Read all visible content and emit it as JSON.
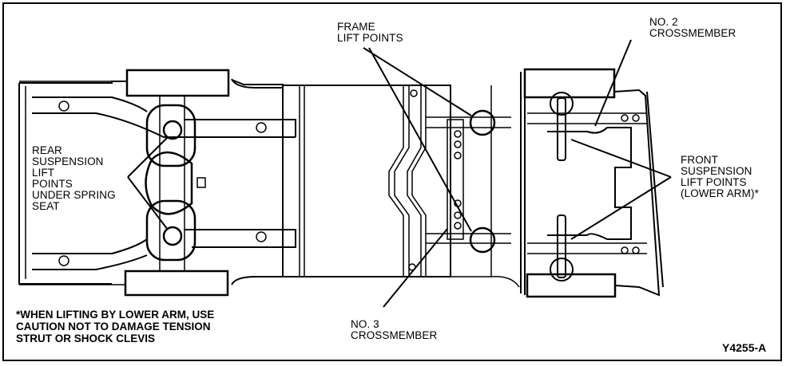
{
  "figure": {
    "id": "Y4255-A",
    "subject": "Vehicle underbody lift points (top view)"
  },
  "labels": {
    "frame_lift_points": [
      "FRAME",
      "LIFT POINTS"
    ],
    "no2_crossmember": [
      "NO. 2",
      "CROSSMEMBER"
    ],
    "rear_suspension": [
      "REAR",
      "SUSPENSION",
      "LIFT",
      "POINTS",
      "UNDER SPRING",
      "SEAT"
    ],
    "front_suspension": [
      "FRONT",
      "SUSPENSION",
      "LIFT POINTS",
      "(LOWER ARM)*"
    ],
    "no3_crossmember": [
      "NO. 3",
      "CROSSMEMBER"
    ]
  },
  "footnote": [
    "*WHEN LIFTING BY LOWER ARM, USE",
    "CAUTION NOT TO DAMAGE TENSION",
    "STRUT OR SHOCK CLEVIS"
  ],
  "colors": {
    "ink": "#000000",
    "paper": "#ffffff"
  }
}
